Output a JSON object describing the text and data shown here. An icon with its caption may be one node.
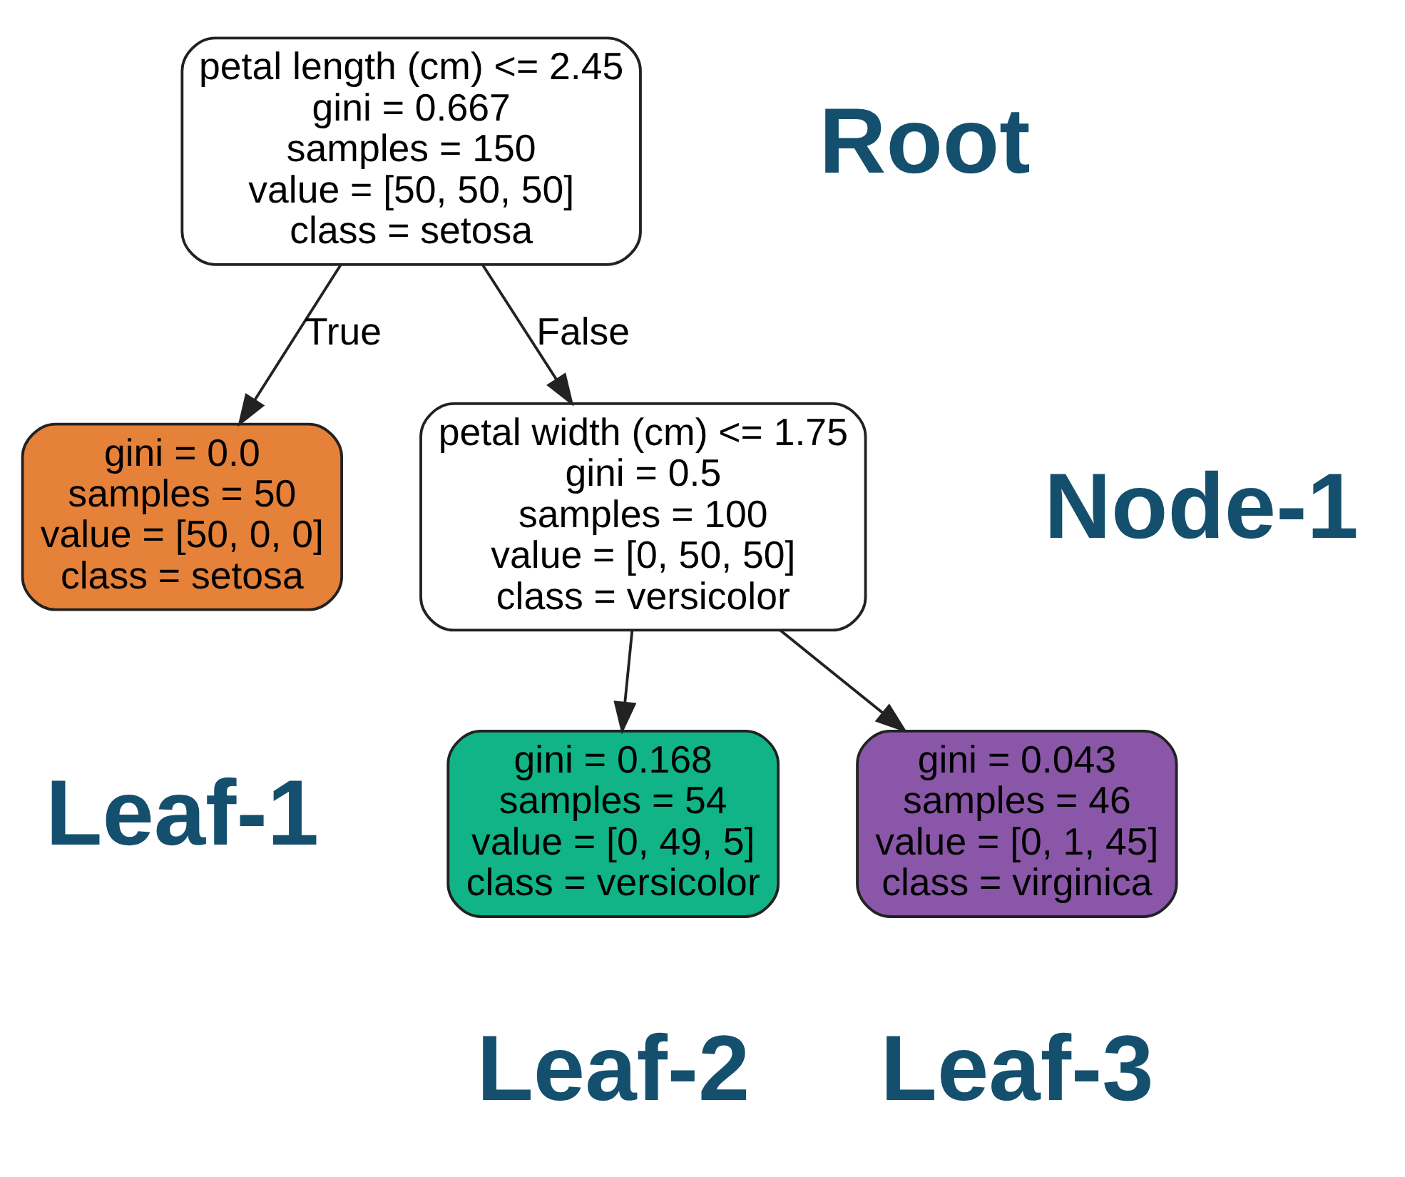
{
  "diagram": {
    "nodes": [
      {
        "text": [
          "petal length (cm) <= 2.45",
          "gini = 0.667",
          "samples = 150",
          "value = [50, 50, 50]",
          "class = setosa"
        ],
        "beside": [
          "Root"
        ]
      },
      {
        "text": [
          "gini = 0.0",
          "samples = 50",
          "value = [50, 0, 0]",
          "class = setosa"
        ],
        "beside": [
          "Leaf-1"
        ]
      },
      {
        "text": [
          "petal width (cm) <= 1.75",
          "gini = 0.5",
          "samples = 100",
          "value = [0, 50, 50]",
          "class = versicolor"
        ],
        "beside": [
          "Node-1"
        ]
      },
      {
        "text": [
          "gini = 0.168",
          "samples = 54",
          "value = [0, 49, 5]",
          "class = versicolor"
        ],
        "beside": [
          "Leaf-2"
        ]
      },
      {
        "text": [
          "gini = 0.043",
          "samples = 46",
          "value = [0, 1, 45]",
          "class = virginica"
        ],
        "beside": [
          "Leaf-3"
        ]
      }
    ],
    "edges": [
      {
        "from": 0,
        "to": 1,
        "arrow": "to",
        "label": "True"
      },
      {
        "from": 0,
        "to": 2,
        "arrow": "to",
        "label": "False"
      },
      {
        "from": 2,
        "to": 3,
        "arrow": "to"
      },
      {
        "from": 2,
        "to": 4,
        "arrow": "to"
      }
    ]
  }
}
